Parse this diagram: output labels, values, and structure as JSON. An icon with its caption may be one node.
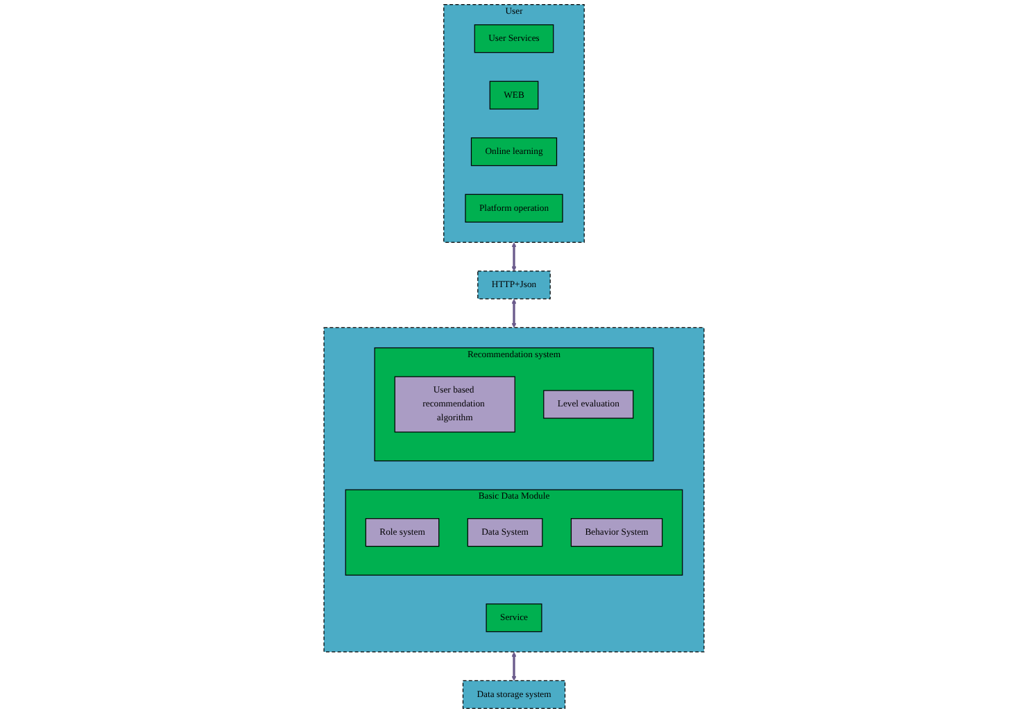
{
  "diagram": {
    "nodes": [
      {
        "text": [
          "User"
        ]
      },
      {
        "text": [
          "User Services"
        ],
        "in": 0
      },
      {
        "text": [
          "WEB"
        ],
        "in": 0
      },
      {
        "text": [
          "Online learning"
        ],
        "in": 0
      },
      {
        "text": [
          "Platform operation"
        ],
        "in": 0
      },
      {
        "text": [
          "HTTP+Json"
        ]
      },
      {
        "text": [],
        "shape": "box"
      },
      {
        "text": [
          "Service"
        ],
        "in": 6
      },
      {
        "text": [
          "Basic Data Module"
        ],
        "in": 6
      },
      {
        "text": [
          "Role system"
        ],
        "in": 8
      },
      {
        "text": [
          "Data System"
        ],
        "in": 8
      },
      {
        "text": [
          "Behavior System"
        ],
        "in": 8
      },
      {
        "text": [
          "Recommendation system"
        ],
        "in": 6
      },
      {
        "text": [
          "User based recommendation algorithm"
        ],
        "in": 12
      },
      {
        "text": [
          "Level evaluation"
        ],
        "in": 12
      },
      {
        "text": [
          "Data storage system"
        ]
      }
    ],
    "edges": [
      {
        "from": 0,
        "to": 5,
        "arrow": "both"
      },
      {
        "from": 5,
        "to": 6,
        "arrow": "both"
      },
      {
        "from": 6,
        "to": 15,
        "arrow": "both"
      }
    ]
  }
}
